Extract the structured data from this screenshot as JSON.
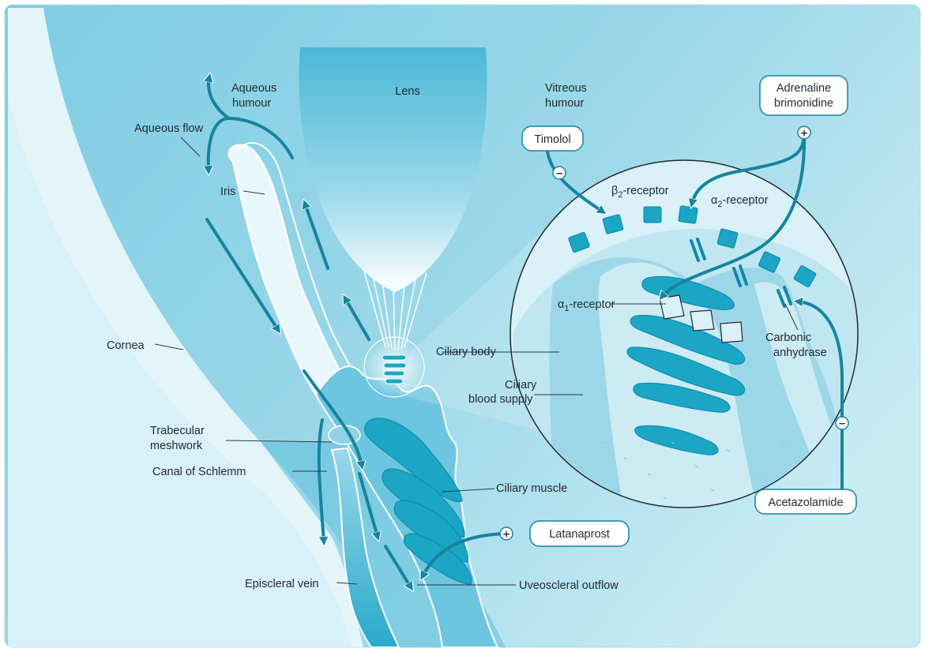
{
  "colors": {
    "background_light": "#dff3f8",
    "background_mid": "#9fd9e8",
    "tissue": "#74c7de",
    "muscle": "#1aa6c4",
    "arrow": "#17849e",
    "outline": "#ffffff"
  },
  "labels": {
    "lens": "Lens",
    "aqueous_humour": [
      "Aqueous",
      "humour"
    ],
    "vitreous_humour": [
      "Vitreous",
      "humour"
    ],
    "aqueous_flow": "Aqueous flow",
    "iris": "Iris",
    "cornea": "Cornea",
    "trabecular_meshwork": [
      "Trabecular",
      "meshwork"
    ],
    "canal_of_schlemm": "Canal of Schlemm",
    "episcleral_vein": "Episcleral vein",
    "ciliary_body": "Ciliary body",
    "ciliary_blood_supply": [
      "Ciliary",
      "blood supply"
    ],
    "ciliary_muscle": "Ciliary muscle",
    "uveoscleral_outflow": "Uveoscleral outflow",
    "beta2_receptor": {
      "prefix": "β",
      "sub": "2",
      "suffix": "-receptor"
    },
    "alpha2_receptor": {
      "prefix": "α",
      "sub": "2",
      "suffix": "-receptor"
    },
    "alpha1_receptor": {
      "prefix": "α",
      "sub": "1",
      "suffix": "-receptor"
    },
    "carbonic_anhydrase": [
      "Carbonic",
      "anhydrase"
    ]
  },
  "drugs": {
    "timolol": {
      "name": "Timolol",
      "effect": "−"
    },
    "adrenaline_brimonidine": {
      "name": [
        "Adrenaline",
        "brimonidine"
      ],
      "effect": "+"
    },
    "acetazolamide": {
      "name": "Acetazolamide",
      "effect": "−"
    },
    "latanaprost": {
      "name": "Latanaprost",
      "effect": "+"
    }
  }
}
